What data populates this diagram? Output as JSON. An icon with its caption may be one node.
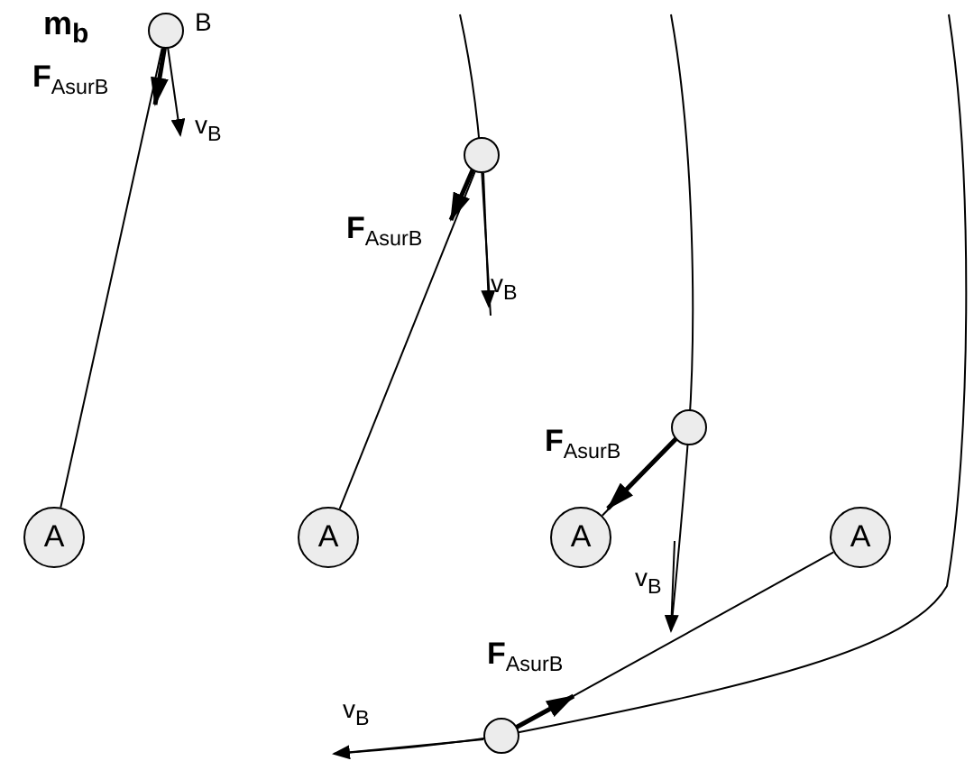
{
  "diagram": {
    "nodes": [
      {
        "text": [
          "A"
        ]
      },
      {
        "text": [
          "A"
        ]
      },
      {
        "text": [
          "A"
        ]
      },
      {
        "text": [
          "A"
        ]
      },
      {
        "text": [],
        "shape": "circle",
        "beside": [
          "m$_{b}$",
          "B"
        ]
      },
      {
        "text": [],
        "shape": "circle"
      },
      {
        "text": [],
        "shape": "circle"
      },
      {
        "text": [],
        "shape": "circle"
      }
    ],
    "edges": [
      {
        "from": 0,
        "to": 4,
        "arrow": "none"
      },
      {
        "from": 1,
        "to": 5,
        "arrow": "none"
      },
      {
        "from": 2,
        "to": 6,
        "arrow": "none"
      },
      {
        "from": 3,
        "to": 7,
        "arrow": "none"
      }
    ],
    "labels": [
      "**F**$_{AsurB}$",
      "v$_{B}$",
      "**F**$_{AsurB}$",
      "v$_{B}$",
      "**F**$_{AsurB}$",
      "v$_{B}$",
      "**F**$_{AsurB}$",
      "v$_{B}$"
    ]
  }
}
